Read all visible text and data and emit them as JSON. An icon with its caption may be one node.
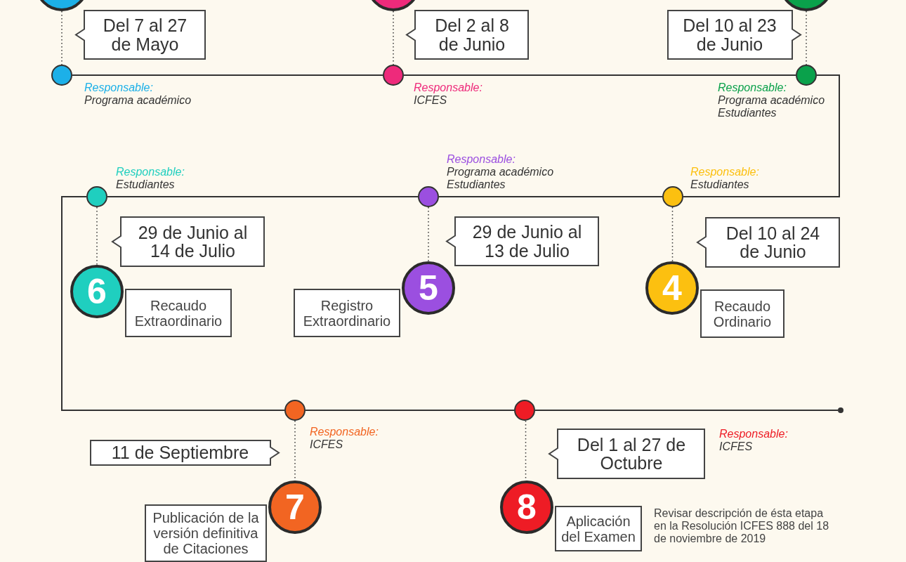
{
  "diagram": {
    "nodes": [
      {
        "text": [],
        "shape": "circle"
      },
      {
        "text": [
          "Del 7 al 27 de Mayo"
        ]
      },
      {
        "text": [],
        "shape": "circle",
        "beside": [
          "Responsable:",
          "Programa académico"
        ]
      },
      {
        "text": [],
        "shape": "circle"
      },
      {
        "text": [
          "Del 2 al 8 de Junio"
        ]
      },
      {
        "text": [],
        "shape": "circle",
        "beside": [
          "Responsable:",
          "ICFES"
        ]
      },
      {
        "text": [],
        "shape": "circle"
      },
      {
        "text": [
          "Del 10 al 23 de Junio"
        ]
      },
      {
        "text": [],
        "shape": "circle",
        "beside": [
          "Responsable:",
          "Programa académico",
          "Estudiantes"
        ]
      },
      {
        "text": [],
        "shape": "circle",
        "beside": [
          "Responsable:",
          "Estudiantes"
        ]
      },
      {
        "text": [
          "Del 10 al 24 de Junio"
        ]
      },
      {
        "text": [
          "4"
        ]
      },
      {
        "text": [
          "Recaudo Ordinario"
        ]
      },
      {
        "text": [],
        "shape": "circle",
        "beside": [
          "Responsable:",
          "Programa académico",
          "Estudiantes"
        ]
      },
      {
        "text": [
          "29 de Junio al 13 de Julio"
        ]
      },
      {
        "text": [
          "5"
        ]
      },
      {
        "text": [
          "Registro Extraordinario"
        ]
      },
      {
        "text": [],
        "shape": "circle",
        "beside": [
          "Responsable:",
          "Estudiantes"
        ]
      },
      {
        "text": [
          "29 de Junio al 14 de Julio"
        ]
      },
      {
        "text": [
          "6"
        ]
      },
      {
        "text": [
          "Recaudo Extraordinario"
        ]
      },
      {
        "text": [],
        "shape": "circle",
        "beside": [
          "Responsable:",
          "ICFES"
        ]
      },
      {
        "text": [
          "11 de Septiembre"
        ]
      },
      {
        "text": [
          "7"
        ]
      },
      {
        "text": [
          "Publicación de la versión definitiva de Citaciones"
        ]
      },
      {
        "text": [],
        "shape": "circle",
        "beside": [
          "Responsable:",
          "ICFES"
        ]
      },
      {
        "text": [
          "Del 1 al 27 de Octubre"
        ]
      },
      {
        "text": [
          "8"
        ]
      },
      {
        "text": [
          "Aplicación del Examen"
        ]
      },
      {
        "text": [],
        "shape": "circle"
      }
    ],
    "edges": [
      {
        "from": 0,
        "to": 2,
        "arrow": "none",
        "style": "dashed"
      },
      {
        "from": 3,
        "to": 5,
        "arrow": "none",
        "style": "dashed"
      },
      {
        "from": 6,
        "to": 8,
        "arrow": "none",
        "style": "dashed"
      },
      {
        "from": 2,
        "to": 5,
        "arrow": "none"
      },
      {
        "from": 5,
        "to": 8,
        "arrow": "none"
      },
      {
        "from": 8,
        "to": 9,
        "arrow": "none"
      },
      {
        "from": 9,
        "to": 11,
        "arrow": "none",
        "style": "dashed"
      },
      {
        "from": 9,
        "to": 13,
        "arrow": "none"
      },
      {
        "from": 13,
        "to": 15,
        "arrow": "none",
        "style": "dashed"
      },
      {
        "from": 13,
        "to": 17,
        "arrow": "none"
      },
      {
        "from": 17,
        "to": 19,
        "arrow": "none",
        "style": "dashed"
      },
      {
        "from": 17,
        "to": 21,
        "arrow": "none"
      },
      {
        "from": 21,
        "to": 23,
        "arrow": "none",
        "style": "dashed"
      },
      {
        "from": 21,
        "to": 25,
        "arrow": "none"
      },
      {
        "from": 25,
        "to": 27,
        "arrow": "none",
        "style": "dashed"
      },
      {
        "from": 25,
        "to": 29,
        "arrow": "none"
      }
    ],
    "labels": [
      "Revisar descripción de ésta etapa en la Resolución ICFES 888 del 18 de noviembre de 2019"
    ]
  }
}
